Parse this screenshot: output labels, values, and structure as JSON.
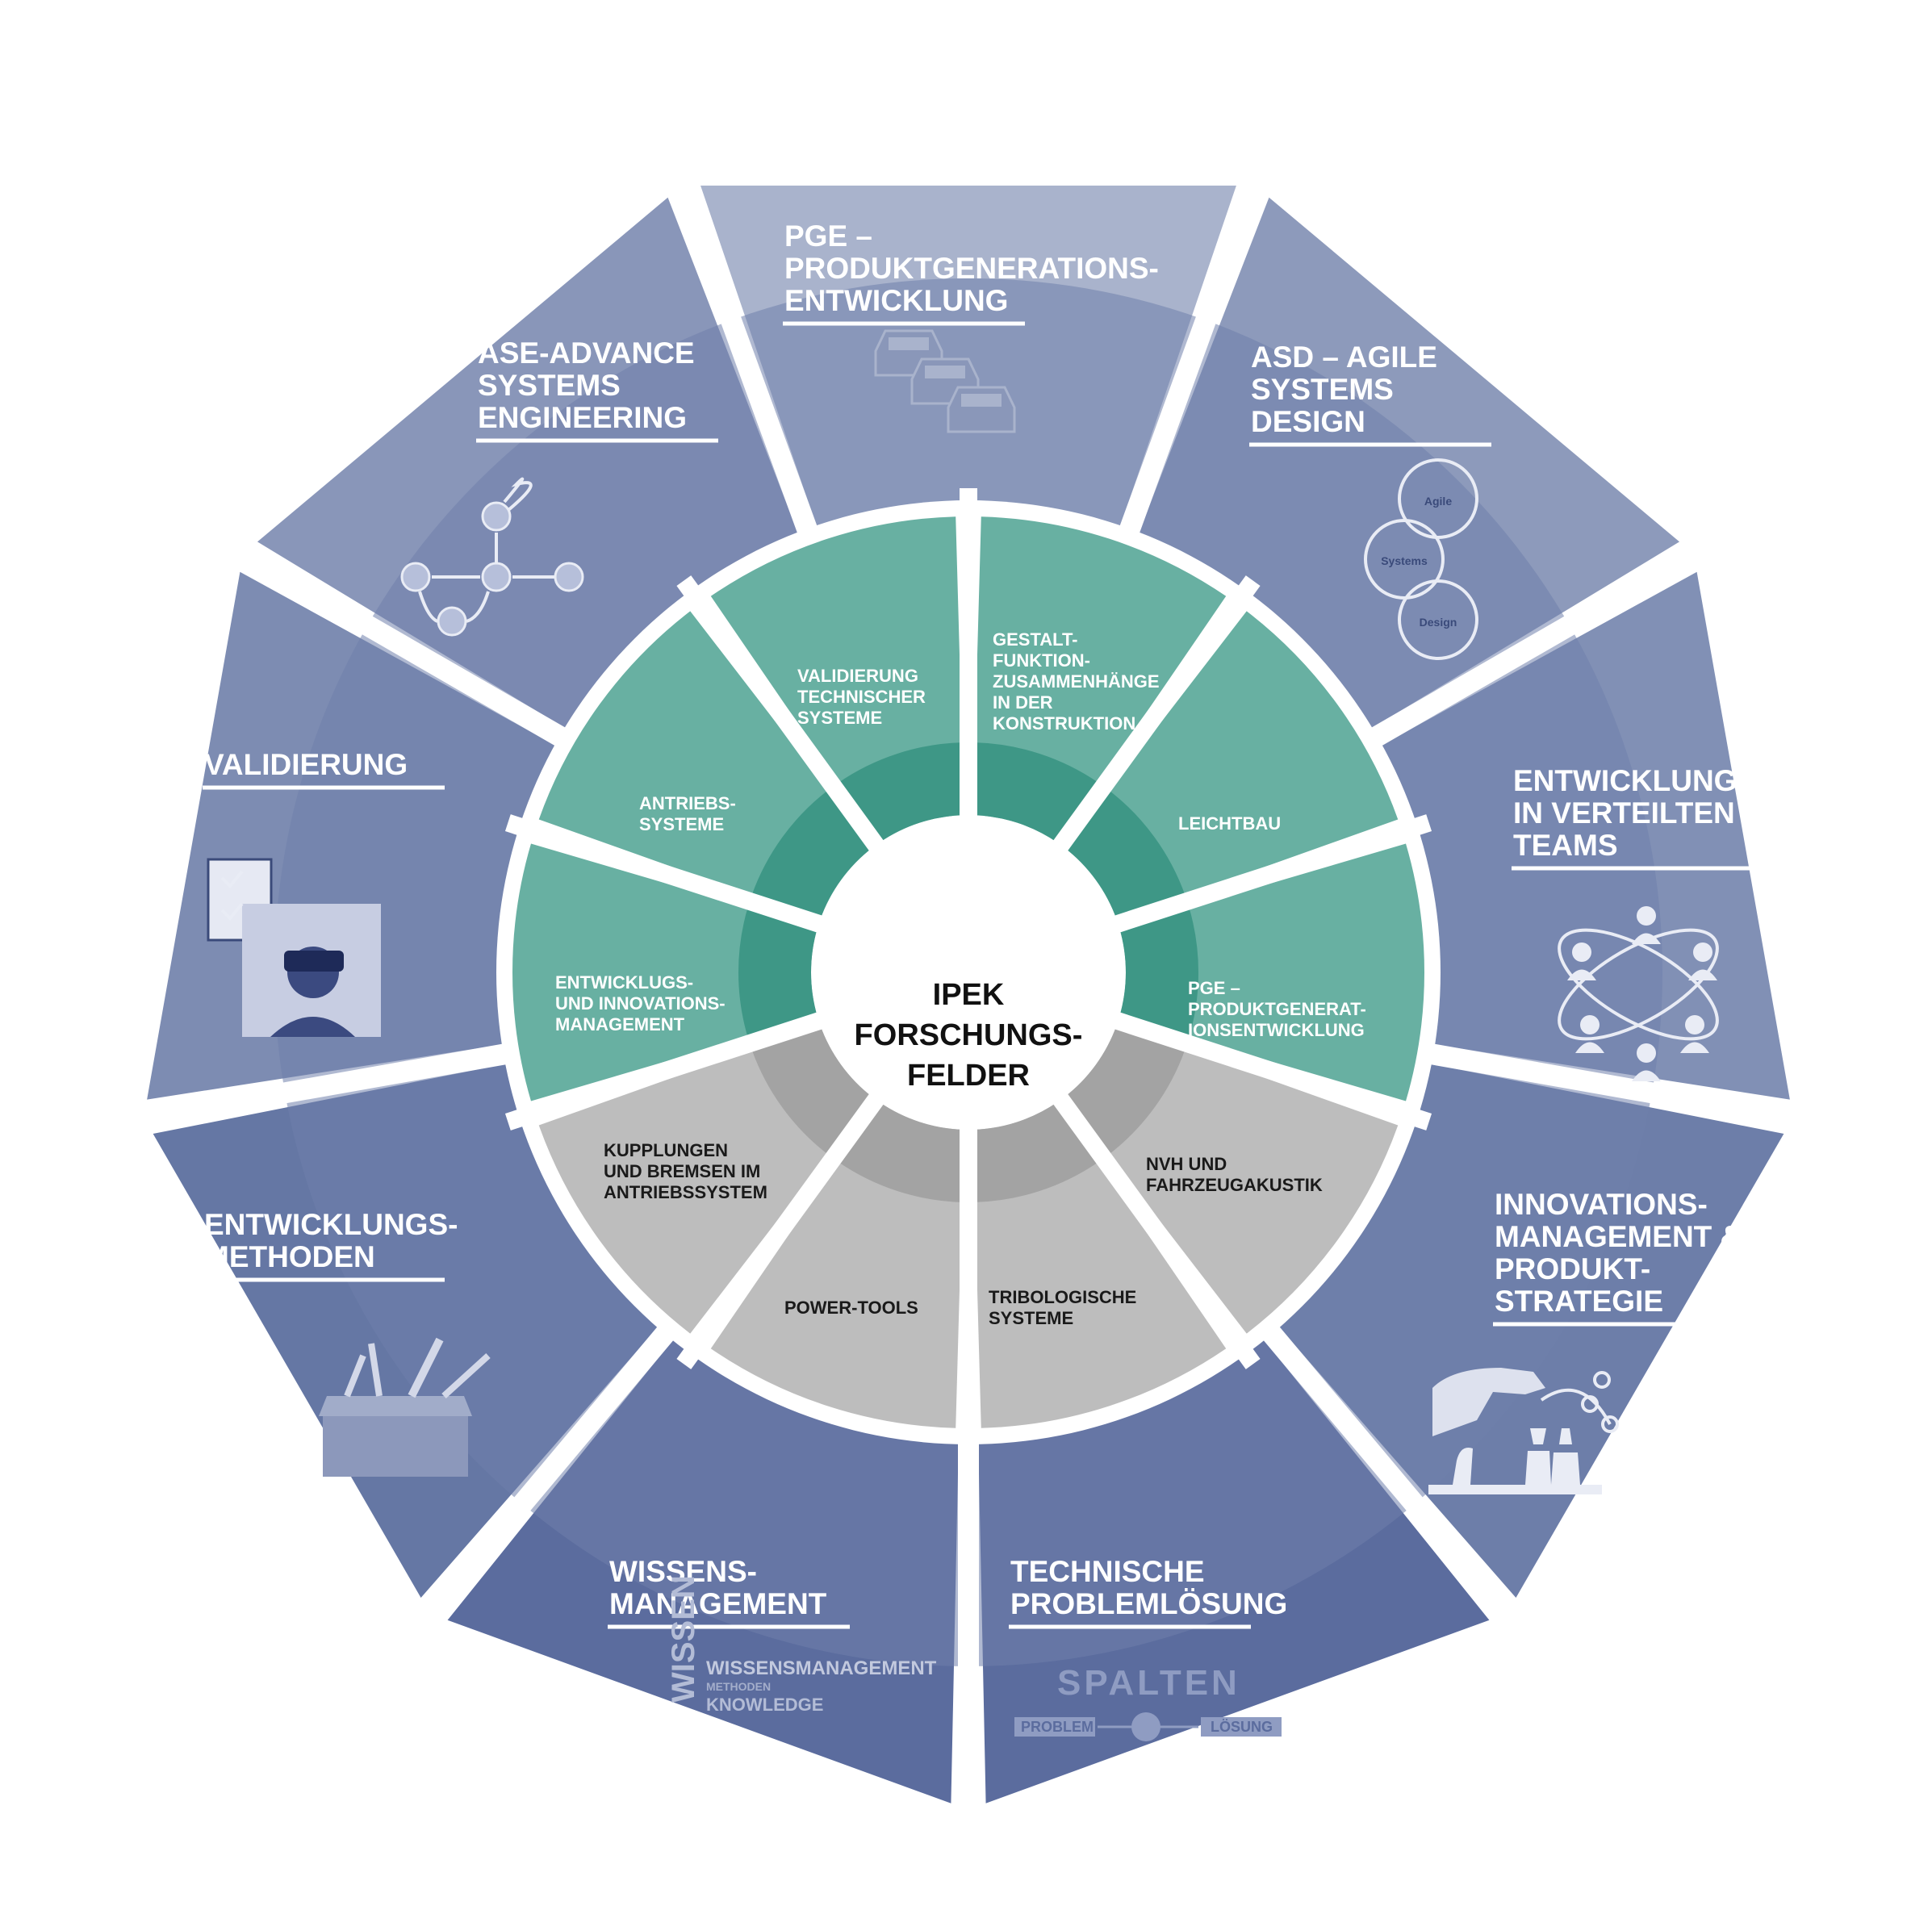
{
  "center": {
    "lines": [
      "IPEK",
      "FORSCHUNGS-",
      "FELDER"
    ]
  },
  "outer_segments": [
    {
      "id": "pge",
      "lines": [
        "PGE –",
        "PRODUKTGENERATIONS-",
        "ENTWICKLUNG"
      ],
      "icon": "cars-icon"
    },
    {
      "id": "asd",
      "lines": [
        "ASD – AGILE",
        "SYSTEMS",
        "DESIGN"
      ],
      "icon": "agile-cycle-icon"
    },
    {
      "id": "verteilte-teams",
      "lines": [
        "ENTWICKLUNG",
        "IN VERTEILTEN",
        "TEAMS"
      ],
      "icon": "network-people-icon"
    },
    {
      "id": "innovationsmanagement",
      "lines": [
        "INNOVATIONS-",
        "MANAGEMENT &",
        "PRODUKT-",
        "STRATEGIE"
      ],
      "icon": "chess-icon"
    },
    {
      "id": "problemloesung",
      "lines": [
        "TECHNISCHE",
        "PROBLEMLÖSUNG"
      ],
      "icon": "spalten-icon"
    },
    {
      "id": "wissensmanagement",
      "lines": [
        "WISSENS-",
        "MANAGEMENT"
      ],
      "icon": "word-cloud-icon"
    },
    {
      "id": "entwicklungsmethoden",
      "lines": [
        "ENTWICKLUNGS-",
        "METHODEN"
      ],
      "icon": "toolbox-icon"
    },
    {
      "id": "validierung",
      "lines": [
        "VALIDIERUNG"
      ],
      "icon": "vr-validation-icon"
    },
    {
      "id": "ase",
      "lines": [
        "ASE-ADVANCE",
        "SYSTEMS",
        "ENGINEERING"
      ],
      "icon": "graph-nodes-icon"
    }
  ],
  "inner_segments": [
    {
      "id": "gestalt",
      "lines": [
        "GESTALT-",
        "FUNKTION-",
        "ZUSAMMENHÄNGE",
        "IN DER",
        "KONSTRUKTION"
      ],
      "group": "green"
    },
    {
      "id": "leichtbau",
      "lines": [
        "LEICHTBAU"
      ],
      "group": "green"
    },
    {
      "id": "pge-inner",
      "lines": [
        "PGE –",
        "PRODUKTGENERAT-",
        "IONSENTWICKLUNG"
      ],
      "group": "green"
    },
    {
      "id": "nvh",
      "lines": [
        "NVH  UND",
        "FAHRZEUGAKUSTIK"
      ],
      "group": "gray"
    },
    {
      "id": "tribologie",
      "lines": [
        "TRIBOLOGISCHE",
        "SYSTEME"
      ],
      "group": "gray"
    },
    {
      "id": "power-tools",
      "lines": [
        "POWER-TOOLS"
      ],
      "group": "gray"
    },
    {
      "id": "kupplungen",
      "lines": [
        "KUPPLUNGEN",
        "UND BREMSEN IM",
        "ANTRIEBSSYSTEM"
      ],
      "group": "gray"
    },
    {
      "id": "entwicklungs-innovations",
      "lines": [
        "ENTWICKLUGS-",
        "UND INNOVATIONS-",
        "MANAGEMENT"
      ],
      "group": "green"
    },
    {
      "id": "antriebssysteme",
      "lines": [
        "ANTRIEBS-",
        "SYSTEME"
      ],
      "group": "green"
    },
    {
      "id": "validierung-technischer",
      "lines": [
        "VALIDIERUNG",
        "TECHNISCHER",
        "SYSTEME"
      ],
      "group": "green"
    }
  ],
  "icon_text": {
    "agile": "Agile",
    "systems": "Systems",
    "design": "Design",
    "spalten": "SPALTEN",
    "problem": "PROBLEM",
    "loesung": "LÖSUNG",
    "wissen": "WISSEN",
    "wissensmanagement": "WISSENSMANAGEMENT",
    "knowledge": "KNOWLEDGE",
    "methoden": "METHODEN"
  },
  "colors": {
    "outer_band": "#6f80ab",
    "green": "#68b0a2",
    "green_dark": "#3e9786",
    "gray": "#bdbdbd",
    "gray_dark": "#a3a3a3",
    "center": "#ffffff"
  }
}
